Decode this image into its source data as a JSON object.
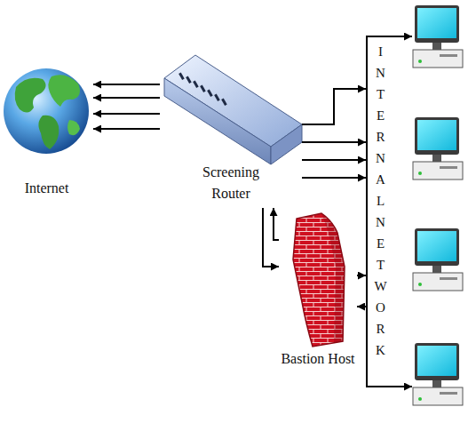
{
  "diagram": {
    "nodes": [
      {
        "text": [
          "Internet"
        ]
      },
      {
        "text": [
          "Screening Router"
        ]
      },
      {
        "text": [
          "Bastion Host"
        ]
      },
      {
        "text": [
          "INTERNAL NETWORK"
        ]
      }
    ],
    "edges": [
      {
        "from": 1,
        "to": 0,
        "arrow": "to"
      },
      {
        "from": 1,
        "to": 0,
        "arrow": "to"
      },
      {
        "from": 1,
        "to": 0,
        "arrow": "to"
      },
      {
        "from": 1,
        "to": 0,
        "arrow": "to"
      },
      {
        "from": 1,
        "to": 3,
        "arrow": "to"
      },
      {
        "from": 1,
        "to": 3,
        "arrow": "to"
      },
      {
        "from": 1,
        "to": 3,
        "arrow": "to"
      },
      {
        "from": 1,
        "to": 3,
        "arrow": "to"
      },
      {
        "from": 1,
        "to": 2,
        "arrow": "to"
      },
      {
        "from": 2,
        "to": 1,
        "arrow": "to"
      },
      {
        "from": 2,
        "to": 3,
        "arrow": "to"
      },
      {
        "from": 3,
        "to": 2,
        "arrow": "to"
      }
    ]
  }
}
